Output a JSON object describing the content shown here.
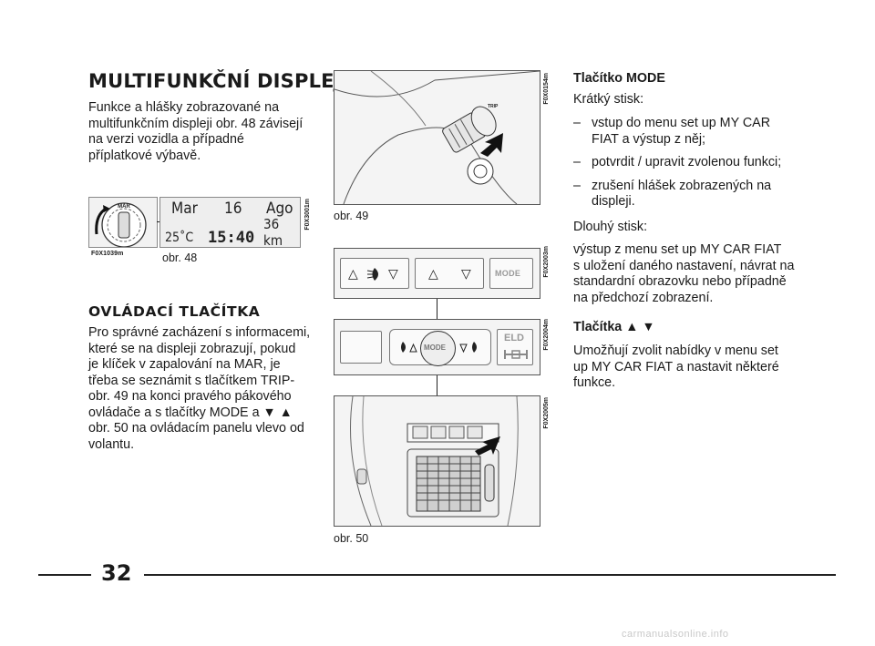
{
  "left": {
    "heading": "MULTIFUNKČNÍ DISPLEJ",
    "intro": [
      "Funkce a hlášky zobrazované na",
      "multifunkčním displeji obr. 48 závisejí",
      "na verzi vozidla a případné",
      "příplatkové výbavě."
    ],
    "fig48": {
      "dial_label": "MAR",
      "code_left": "F0X1039m",
      "code_right": "F0X3001m",
      "caption": "obr. 48",
      "lcd": {
        "month": "Mar",
        "day": "16",
        "place": "Ago",
        "distance": "36 km",
        "temp": "25˚C",
        "time": "15:40"
      }
    },
    "heading2": "OVLÁDACÍ TLAČÍTKA",
    "body2": [
      "Pro správné zacházení s informacemi,",
      "které se na displeji zobrazují, pokud",
      "je klíček v zapalování na MAR, je",
      "třeba se seznámit s tlačítkem TRIP-",
      "obr. 49 na konci pravého pákového",
      "ovládače a s tlačítky MODE a ▼ ▲",
      "obr. 50 na ovládacím panelu vlevo od",
      "volantu."
    ]
  },
  "middle": {
    "fig49": {
      "code": "F0X0154m",
      "caption": "obr. 49",
      "trip_label": "TRIP"
    },
    "fig50": {
      "codes": [
        "F0X2003m",
        "F0X2004m",
        "F0X2005m"
      ],
      "caption": "obr. 50",
      "mode_label": "MODE",
      "eld_label": "ELD",
      "up_glyph": "△",
      "down_glyph": "▽"
    }
  },
  "right": {
    "title_mode": "Tlačítko MODE",
    "short_press": "Krátký stisk:",
    "short_items": [
      [
        "vstup do menu set up MY CAR",
        "FIAT a výstup z něj;"
      ],
      [
        "potvrdit / upravit zvolenou funkci;"
      ],
      [
        "zrušení hlášek zobrazených na",
        "displeji."
      ]
    ],
    "long_press": "Dlouhý stisk:",
    "long_text": [
      "výstup z menu set up MY CAR FIAT",
      "s uložení daného nastavení, návrat na",
      "standardní obrazovku nebo případně",
      "na předchozí zobrazení."
    ],
    "title_buttons": "Tlačítka ▲ ▼",
    "buttons_text": [
      "Umožňují zvolit nabídky v menu set",
      "up MY CAR FIAT a nastavit některé",
      "funkce."
    ]
  },
  "footer": {
    "page_number": "32",
    "watermark": "carmanualsonline.info"
  }
}
